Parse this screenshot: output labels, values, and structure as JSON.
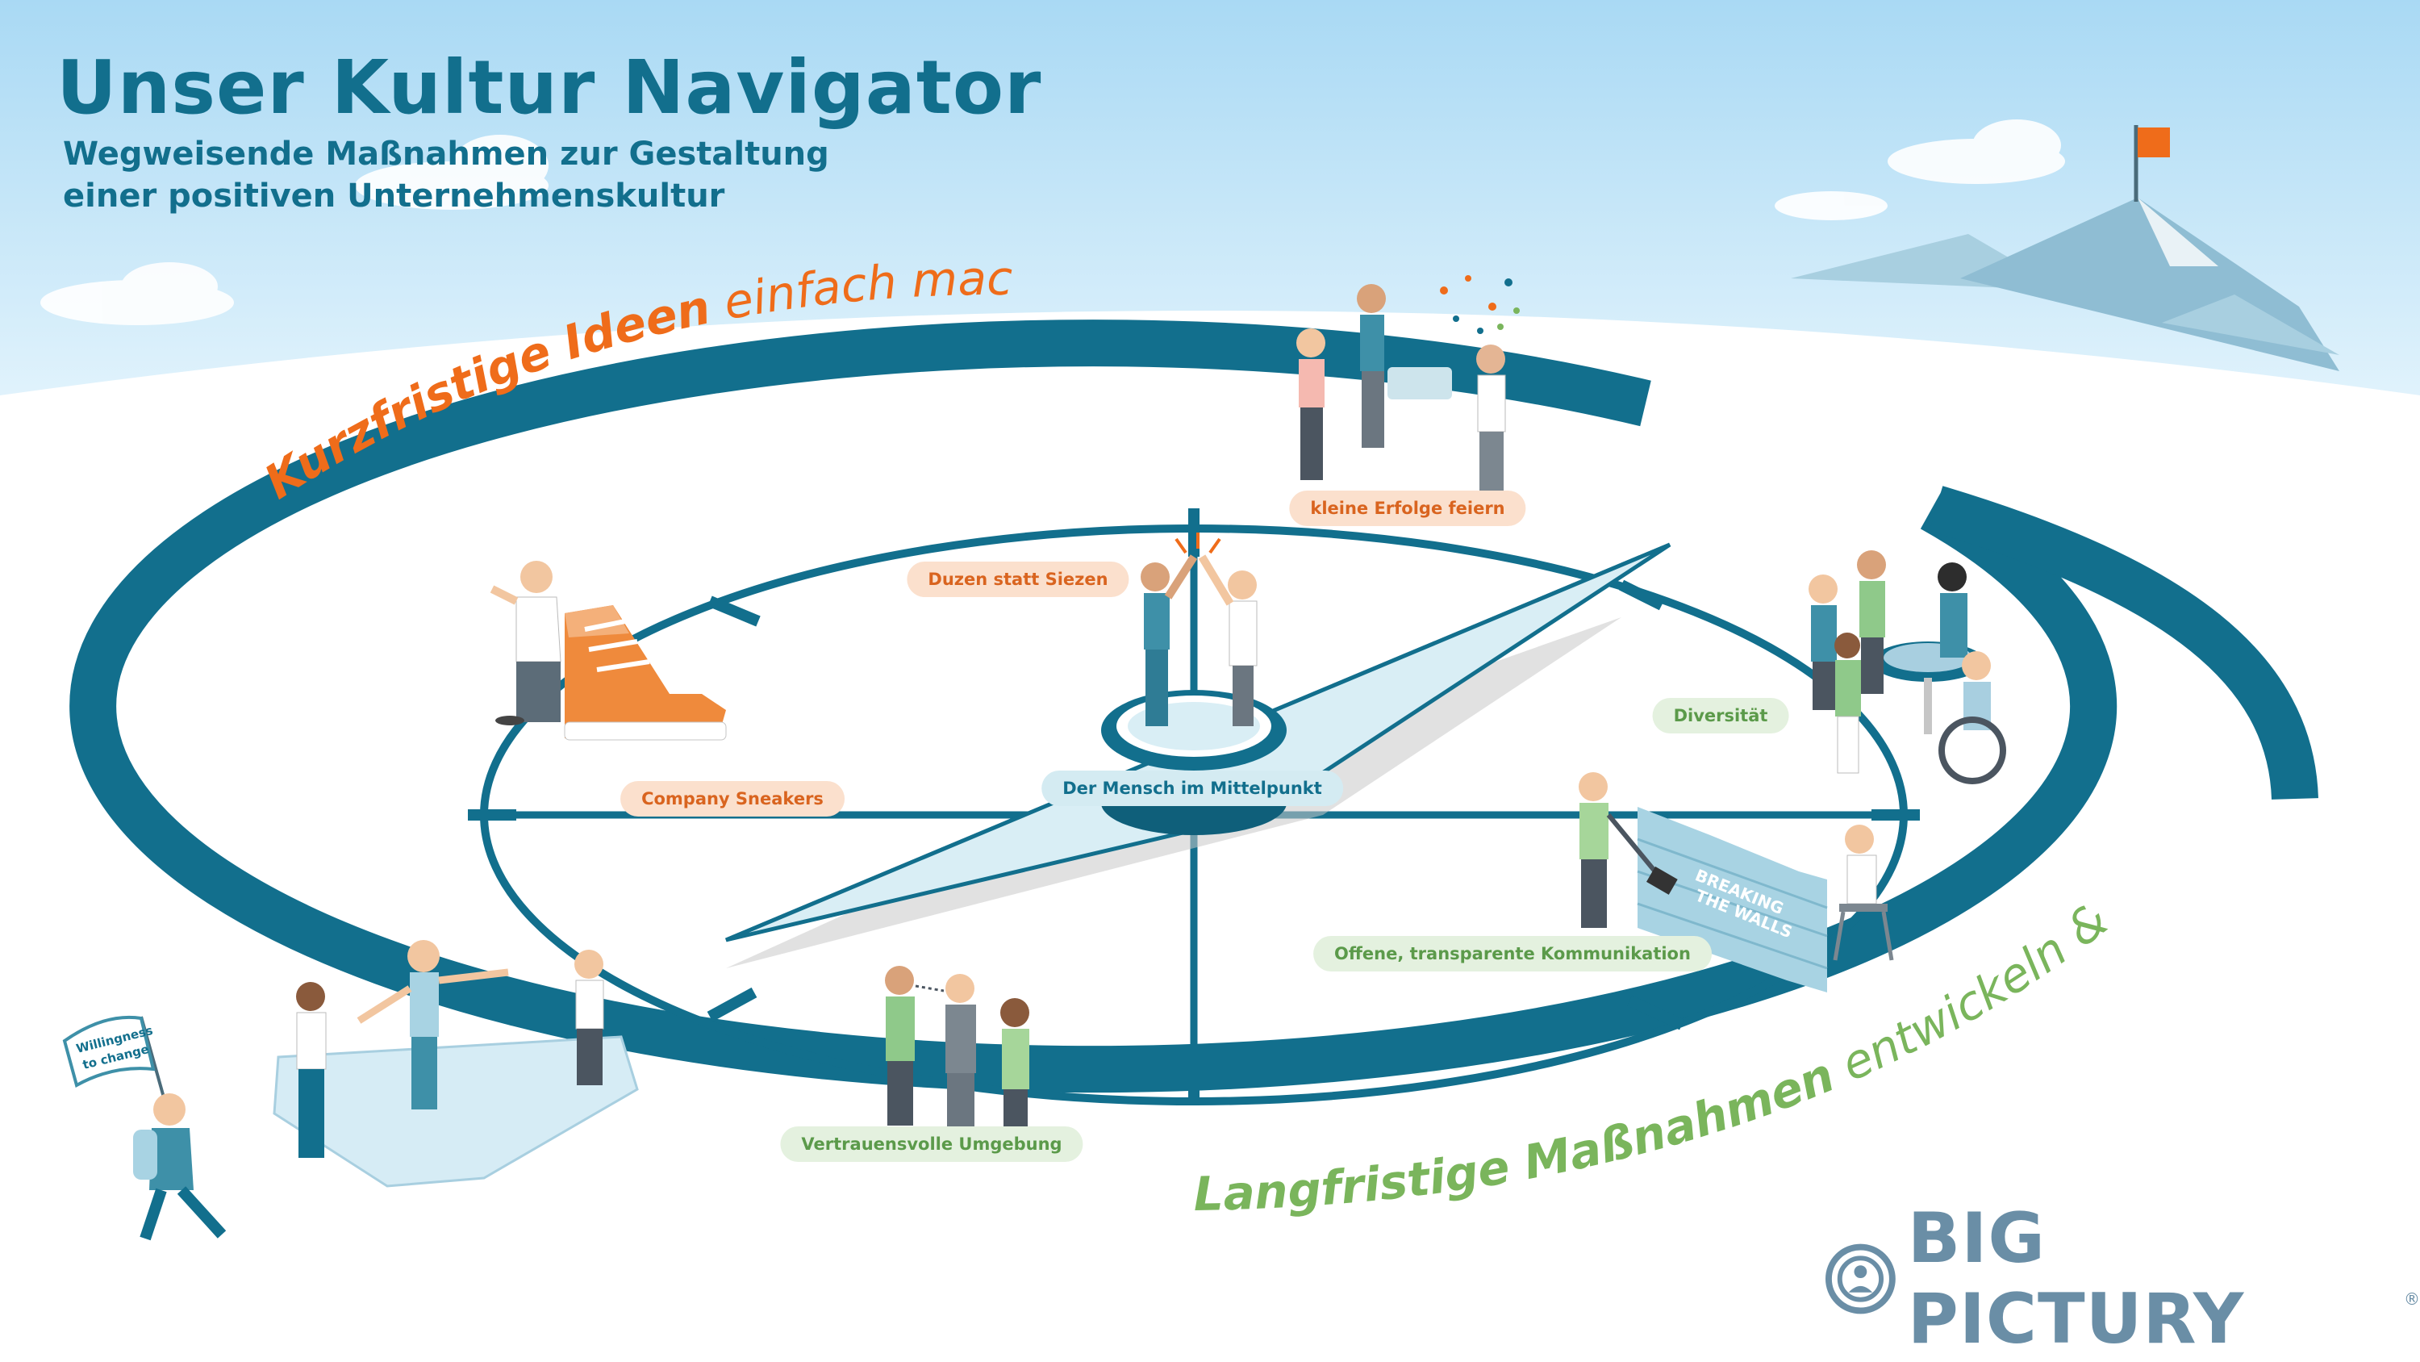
{
  "header": {
    "title": "Unser Kultur Navigator",
    "subtitle_line1": "Wegweisende Maßnahmen zur Gestaltung",
    "subtitle_line2": "einer positiven Unternehmenskultur"
  },
  "ring_labels": {
    "short_term_bold": "Kurzfristige Ideen",
    "short_term_light": "einfach machen",
    "long_term_bold": "Langfristige Maßnahmen",
    "long_term_light": "entwickeln & pflegen"
  },
  "measures": {
    "company_sneakers": "Company Sneakers",
    "duzen": "Duzen statt Siezen",
    "kleine_erfolge": "kleine Erfolge feiern",
    "mensch_mittelpunkt": "Der Mensch im Mittelpunkt",
    "diversitaet": "Diversität",
    "kommunikation": "Offene, transparente Kommunikation",
    "umgebung": "Vertrauensvolle Umgebung"
  },
  "signs": {
    "flag_line1": "Willingness",
    "flag_line2": "to change",
    "wall_line1": "BREAKING",
    "wall_line2": "THE WALLS"
  },
  "brand": {
    "name": "BIG PICTURY",
    "reg": "®"
  },
  "colors": {
    "teal": "#126f8d",
    "orange": "#ef6c1a",
    "green": "#7ab55c",
    "sky": "#bfe3f7",
    "brand_gray": "#6a8ea6"
  }
}
